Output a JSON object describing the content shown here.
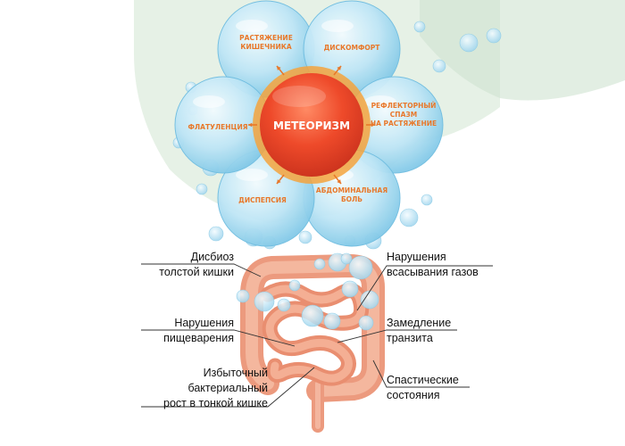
{
  "center": {
    "label": "МЕТЕОРИЗМ"
  },
  "symptoms": [
    {
      "id": "stretching",
      "lines": [
        "РАСТЯЖЕНИЕ",
        "КИШЕЧНИКА"
      ]
    },
    {
      "id": "discomfort",
      "lines": [
        "ДИСКОМФОРТ"
      ]
    },
    {
      "id": "reflex-spasm",
      "lines": [
        "РЕФЛЕКТОРНЫЙ",
        "СПАЗМ",
        "НА РАСТЯЖЕНИЕ"
      ]
    },
    {
      "id": "abdominal-pain",
      "lines": [
        "АБДОМИНАЛЬНАЯ",
        "БОЛЬ"
      ]
    },
    {
      "id": "dyspepsia",
      "lines": [
        "ДИСПЕПСИЯ"
      ]
    },
    {
      "id": "flatulence",
      "lines": [
        "ФЛАТУЛЕНЦИЯ"
      ]
    }
  ],
  "causes": [
    {
      "id": "dysbiosis",
      "lines": [
        "Дисбиоз",
        "толстой кишки"
      ]
    },
    {
      "id": "digestion",
      "lines": [
        "Нарушения",
        "пищеварения"
      ]
    },
    {
      "id": "bacterial-growth",
      "lines": [
        "Избыточный",
        "бактериальный",
        "рост в тонкой кишке"
      ]
    },
    {
      "id": "gas-absorption",
      "lines": [
        "Нарушения",
        "всасывания газов"
      ]
    },
    {
      "id": "transit",
      "lines": [
        "Замедление",
        "транзита"
      ]
    },
    {
      "id": "spastic",
      "lines": [
        "Спастические",
        "состояния"
      ]
    }
  ],
  "colors": {
    "bubble": "#a9dcf0",
    "bubble_edge": "#6fbde0",
    "center": "#e8452a",
    "center_edge": "#f2a23a",
    "symptom_text": "#e8782a",
    "intestine": "#f1a98e",
    "background_tint": "#cfe3d0"
  }
}
